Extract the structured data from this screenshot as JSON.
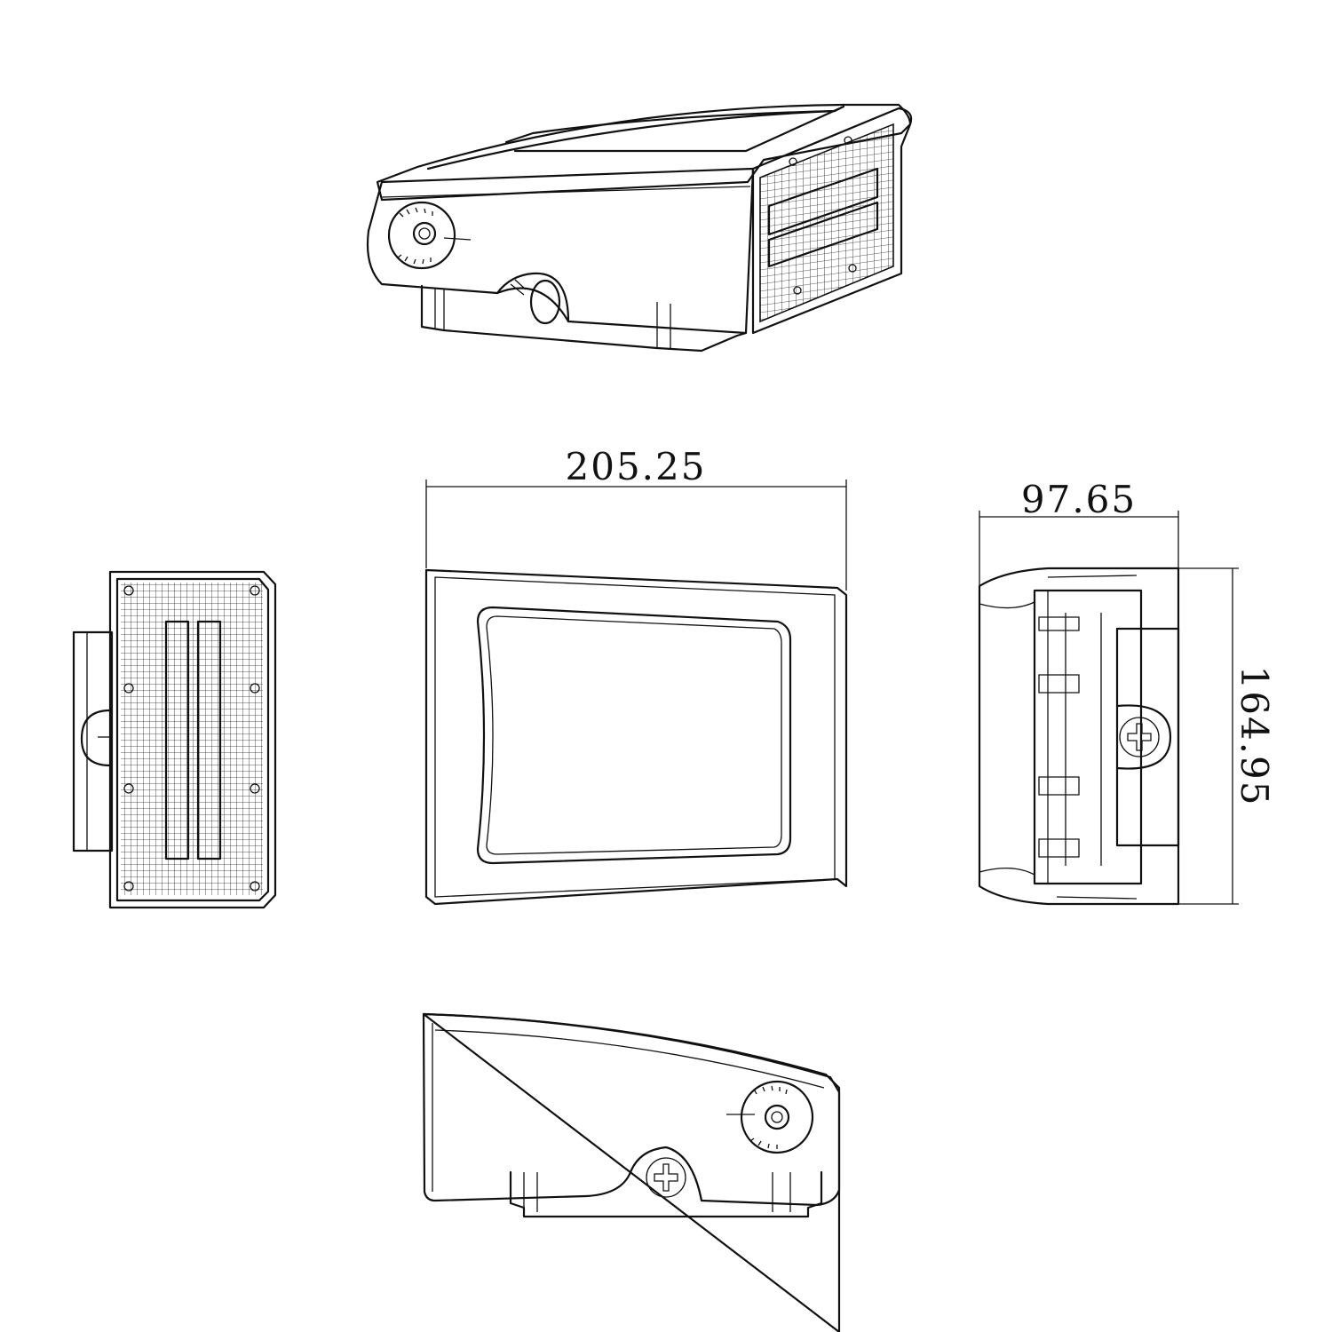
{
  "colors": {
    "line": "#111111",
    "background": "#ffffff"
  },
  "views": [
    {
      "id": "isometric",
      "name": "isometric-view"
    },
    {
      "id": "left",
      "name": "left-view"
    },
    {
      "id": "front",
      "name": "front-view"
    },
    {
      "id": "right",
      "name": "right-view"
    },
    {
      "id": "bottom",
      "name": "bottom-view"
    }
  ],
  "dimensions": {
    "width": "205.25",
    "depth": "97.65",
    "height": "164.95"
  }
}
